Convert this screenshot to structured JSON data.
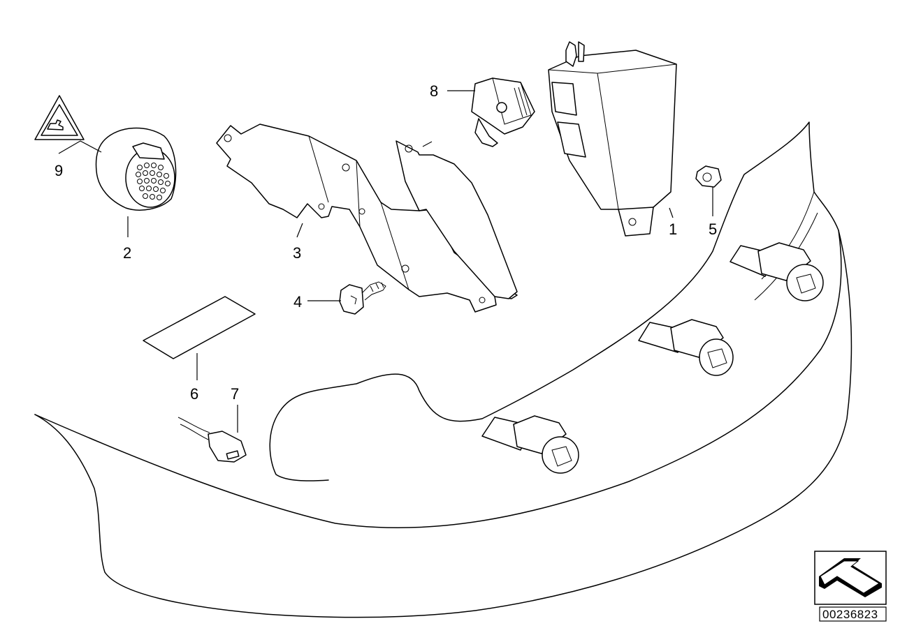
{
  "diagram": {
    "reference_number": "00236823",
    "callouts": [
      {
        "id": "1",
        "label": "1"
      },
      {
        "id": "2",
        "label": "2"
      },
      {
        "id": "3",
        "label": "3"
      },
      {
        "id": "4",
        "label": "4"
      },
      {
        "id": "5",
        "label": "5"
      },
      {
        "id": "6",
        "label": "6"
      },
      {
        "id": "7",
        "label": "7"
      },
      {
        "id": "8",
        "label": "8"
      },
      {
        "id": "9",
        "label": "9"
      }
    ],
    "icons": {
      "warning": "warning-triangle-icon",
      "direction": "direction-arrow-icon"
    }
  }
}
